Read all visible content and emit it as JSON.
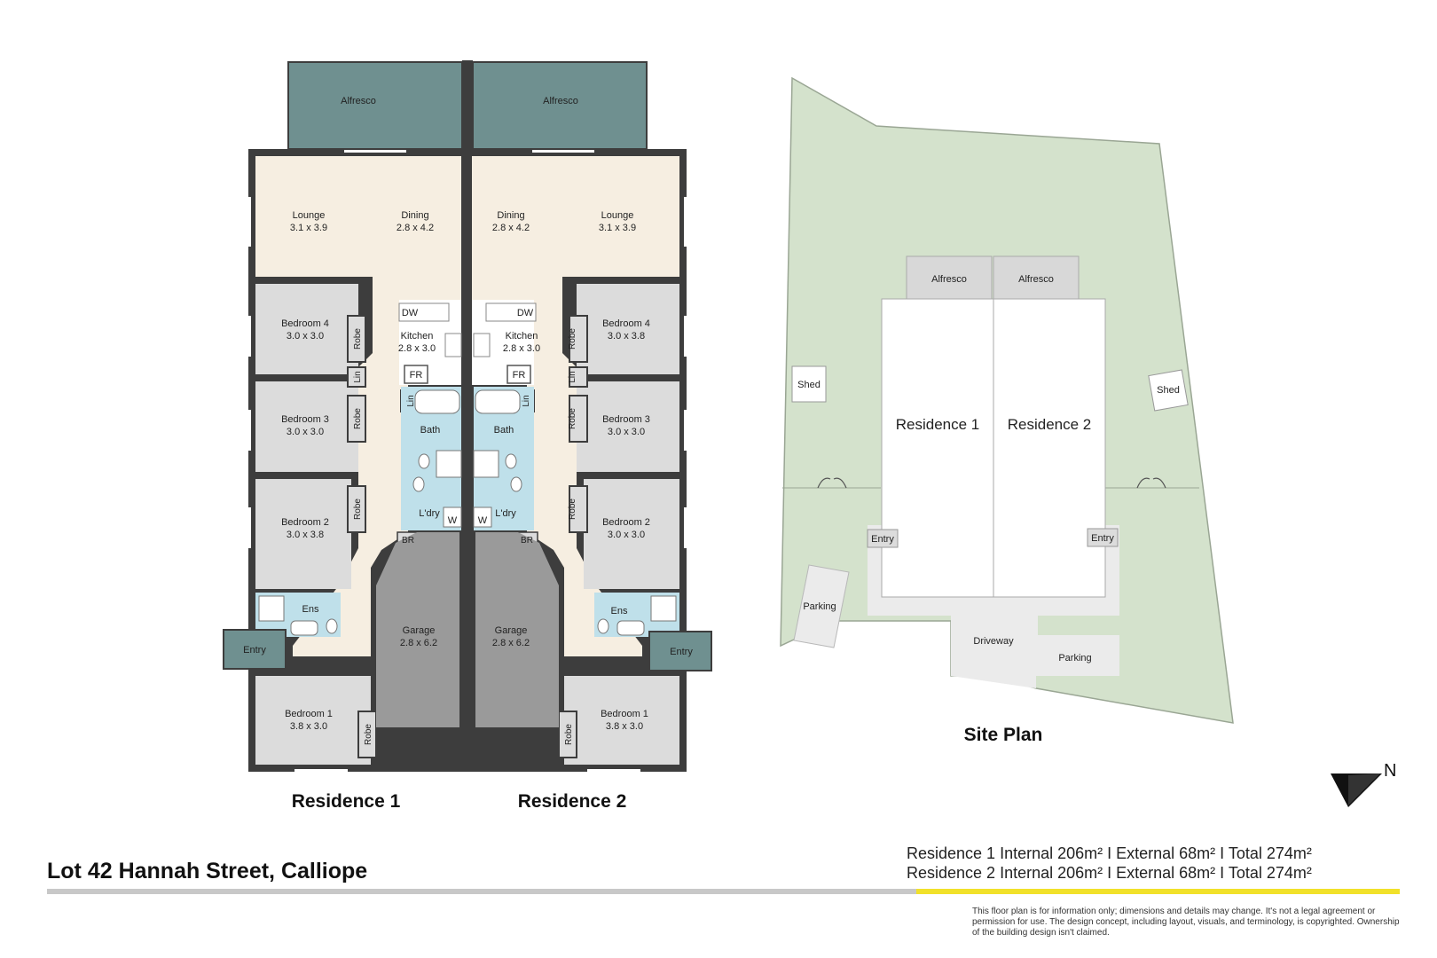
{
  "address": "Lot 42 Hannah Street, Calliope",
  "areas": {
    "residence_1": "Residence 1 Internal 206m²   I   External 68m² I Total 274m²",
    "residence_2": "Residence 2 Internal 206m²   I   External 68m² I Total 274m²"
  },
  "disclaimer": "This floor plan is for information only; dimensions and details may change. It's not a legal agreement or permission for use. The design concept, including layout, visuals, and terminology, is copyrighted. Ownership of the building design isn't claimed.",
  "north_label": "N",
  "floor_plan": {
    "residence_1_title": "Residence 1",
    "residence_2_title": "Residence 2",
    "residence_1": {
      "alfresco": "Alfresco",
      "lounge": {
        "name": "Lounge",
        "size": "3.1 x 3.9"
      },
      "dining": {
        "name": "Dining",
        "size": "2.8 x 4.2"
      },
      "kitchen": {
        "name": "Kitchen",
        "size": "2.8 x 3.0"
      },
      "bedroom_4": {
        "name": "Bedroom 4",
        "size": "3.0 x 3.0"
      },
      "bedroom_3": {
        "name": "Bedroom 3",
        "size": "3.0 x 3.0"
      },
      "bedroom_2": {
        "name": "Bedroom 2",
        "size": "3.0 x 3.8"
      },
      "bedroom_1": {
        "name": "Bedroom 1",
        "size": "3.8 x 3.0"
      },
      "garage": {
        "name": "Garage",
        "size": "2.8 x 6.2"
      },
      "bath": "Bath",
      "laundry": "L'dry",
      "ensuite": "Ens",
      "entry": "Entry",
      "robe": "Robe",
      "linen": "Lin",
      "dw": "DW",
      "fr": "FR",
      "w": "W",
      "br": "BR"
    },
    "residence_2": {
      "alfresco": "Alfresco",
      "lounge": {
        "name": "Lounge",
        "size": "3.1 x 3.9"
      },
      "dining": {
        "name": "Dining",
        "size": "2.8 x 4.2"
      },
      "kitchen": {
        "name": "Kitchen",
        "size": "2.8 x 3.0"
      },
      "bedroom_4": {
        "name": "Bedroom 4",
        "size": "3.0 x 3.8"
      },
      "bedroom_3": {
        "name": "Bedroom 3",
        "size": "3.0 x 3.0"
      },
      "bedroom_2": {
        "name": "Bedroom 2",
        "size": "3.0 x 3.0"
      },
      "bedroom_1": {
        "name": "Bedroom 1",
        "size": "3.8 x 3.0"
      },
      "garage": {
        "name": "Garage",
        "size": "2.8 x 6.2"
      },
      "bath": "Bath",
      "laundry": "L'dry",
      "ensuite": "Ens",
      "entry": "Entry",
      "robe": "Robe",
      "linen": "Lin",
      "dw": "DW",
      "fr": "FR",
      "w": "W",
      "br": "BR"
    }
  },
  "site_plan": {
    "title": "Site Plan",
    "alfresco": "Alfresco",
    "residence_1": "Residence 1",
    "residence_2": "Residence 2",
    "shed": "Shed",
    "entry": "Entry",
    "parking": "Parking",
    "driveway": "Driveway"
  },
  "colors": {
    "wall": "#3d3d3d",
    "living": "#f6eee1",
    "bedroom": "#dcdcdc",
    "wet": "#bfe0ea",
    "alfresco": "#6f9090",
    "garage": "#9a9a9a",
    "lawn": "#d4e2cc",
    "accent": "#f1e12a"
  }
}
